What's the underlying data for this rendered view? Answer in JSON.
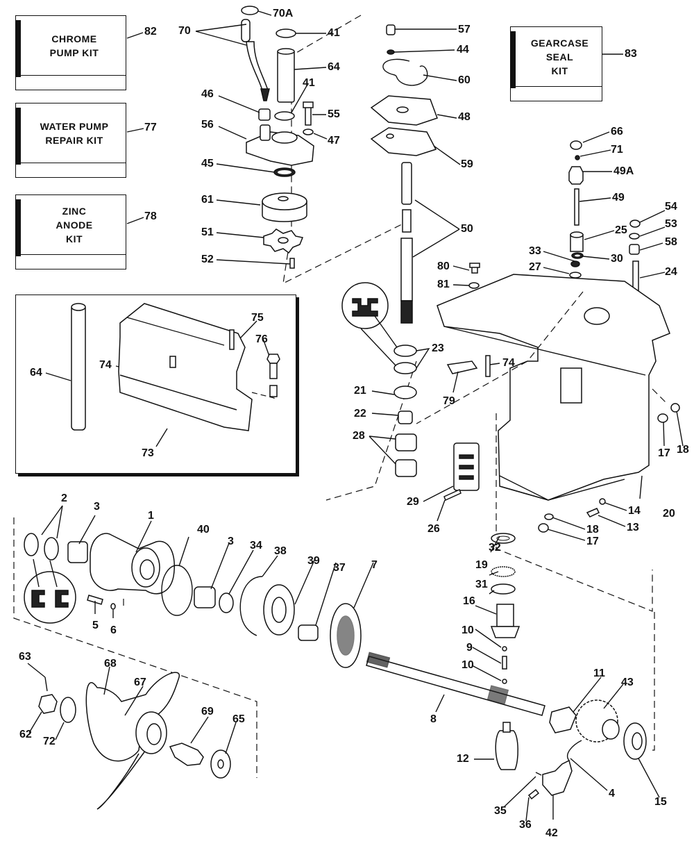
{
  "diagram": {
    "title": "Gearcase exploded parts diagram",
    "kits": [
      {
        "id": "chrome-pump-kit",
        "label": "CHROME\nPUMP KIT",
        "callout": "82"
      },
      {
        "id": "water-pump-repair-kit",
        "label": "WATER PUMP\nREPAIR KIT",
        "callout": "77"
      },
      {
        "id": "zinc-anode-kit",
        "label": "ZINC\nANODE\nKIT",
        "callout": "78"
      },
      {
        "id": "gearcase-seal-kit",
        "label": "GEARCASE\nSEAL\nKIT",
        "callout": "83"
      }
    ],
    "callouts": [
      {
        "id": "c70a",
        "text": "70A"
      },
      {
        "id": "c70",
        "text": "70"
      },
      {
        "id": "c41a",
        "text": "41"
      },
      {
        "id": "c64a",
        "text": "64"
      },
      {
        "id": "c41b",
        "text": "41"
      },
      {
        "id": "c46",
        "text": "46"
      },
      {
        "id": "c55",
        "text": "55"
      },
      {
        "id": "c56",
        "text": "56"
      },
      {
        "id": "c47",
        "text": "47"
      },
      {
        "id": "c45",
        "text": "45"
      },
      {
        "id": "c61",
        "text": "61"
      },
      {
        "id": "c51",
        "text": "51"
      },
      {
        "id": "c52",
        "text": "52"
      },
      {
        "id": "c57",
        "text": "57"
      },
      {
        "id": "c44",
        "text": "44"
      },
      {
        "id": "c60",
        "text": "60"
      },
      {
        "id": "c48",
        "text": "48"
      },
      {
        "id": "c59",
        "text": "59"
      },
      {
        "id": "c50",
        "text": "50"
      },
      {
        "id": "c80",
        "text": "80"
      },
      {
        "id": "c81",
        "text": "81"
      },
      {
        "id": "c66",
        "text": "66"
      },
      {
        "id": "c71",
        "text": "71"
      },
      {
        "id": "c49a",
        "text": "49A"
      },
      {
        "id": "c49",
        "text": "49"
      },
      {
        "id": "c54",
        "text": "54"
      },
      {
        "id": "c53",
        "text": "53"
      },
      {
        "id": "c25",
        "text": "25"
      },
      {
        "id": "c58",
        "text": "58"
      },
      {
        "id": "c33",
        "text": "33"
      },
      {
        "id": "c30",
        "text": "30"
      },
      {
        "id": "c27",
        "text": "27"
      },
      {
        "id": "c24",
        "text": "24"
      },
      {
        "id": "c75",
        "text": "75"
      },
      {
        "id": "c76",
        "text": "76"
      },
      {
        "id": "c64b",
        "text": "64"
      },
      {
        "id": "c74a",
        "text": "74"
      },
      {
        "id": "c73",
        "text": "73"
      },
      {
        "id": "c23",
        "text": "23"
      },
      {
        "id": "c74b",
        "text": "74"
      },
      {
        "id": "c21",
        "text": "21"
      },
      {
        "id": "c79",
        "text": "79"
      },
      {
        "id": "c22",
        "text": "22"
      },
      {
        "id": "c28",
        "text": "28"
      },
      {
        "id": "c17a",
        "text": "17"
      },
      {
        "id": "c18a",
        "text": "18"
      },
      {
        "id": "c29",
        "text": "29"
      },
      {
        "id": "c20",
        "text": "20"
      },
      {
        "id": "c26",
        "text": "26"
      },
      {
        "id": "c14",
        "text": "14"
      },
      {
        "id": "c18b",
        "text": "18"
      },
      {
        "id": "c13",
        "text": "13"
      },
      {
        "id": "c17b",
        "text": "17"
      },
      {
        "id": "c2",
        "text": "2"
      },
      {
        "id": "c3a",
        "text": "3"
      },
      {
        "id": "c1",
        "text": "1"
      },
      {
        "id": "c40",
        "text": "40"
      },
      {
        "id": "c3b",
        "text": "3"
      },
      {
        "id": "c34",
        "text": "34"
      },
      {
        "id": "c38",
        "text": "38"
      },
      {
        "id": "c39",
        "text": "39"
      },
      {
        "id": "c37",
        "text": "37"
      },
      {
        "id": "c7",
        "text": "7"
      },
      {
        "id": "c32",
        "text": "32"
      },
      {
        "id": "c19",
        "text": "19"
      },
      {
        "id": "c31",
        "text": "31"
      },
      {
        "id": "c16",
        "text": "16"
      },
      {
        "id": "c5",
        "text": "5"
      },
      {
        "id": "c6",
        "text": "6"
      },
      {
        "id": "c10a",
        "text": "10"
      },
      {
        "id": "c9",
        "text": "9"
      },
      {
        "id": "c10b",
        "text": "10"
      },
      {
        "id": "c11",
        "text": "11"
      },
      {
        "id": "c43",
        "text": "43"
      },
      {
        "id": "c63",
        "text": "63"
      },
      {
        "id": "c68",
        "text": "68"
      },
      {
        "id": "c67",
        "text": "67"
      },
      {
        "id": "c69",
        "text": "69"
      },
      {
        "id": "c65",
        "text": "65"
      },
      {
        "id": "c62",
        "text": "62"
      },
      {
        "id": "c72",
        "text": "72"
      },
      {
        "id": "c8",
        "text": "8"
      },
      {
        "id": "c12",
        "text": "12"
      },
      {
        "id": "c4",
        "text": "4"
      },
      {
        "id": "c15",
        "text": "15"
      },
      {
        "id": "c35",
        "text": "35"
      },
      {
        "id": "c36",
        "text": "36"
      },
      {
        "id": "c42",
        "text": "42"
      }
    ]
  }
}
